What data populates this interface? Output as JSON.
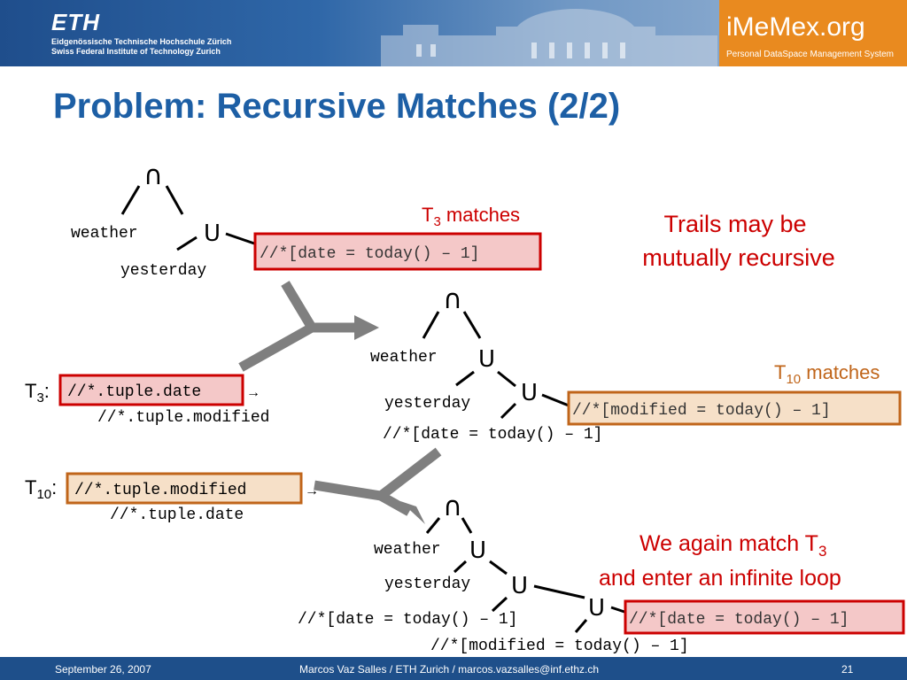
{
  "header": {
    "eth_logo": "ETH",
    "eth_line1": "Eidgenössische Technische Hochschule Zürich",
    "eth_line2": "Swiss Federal Institute of Technology Zurich",
    "brand": "iMeMex.org",
    "brand_tagline": "Personal DataSpace Management System"
  },
  "slide": {
    "title": "Problem: Recursive Matches (2/2)"
  },
  "tree1": {
    "intersect": "∩",
    "union": "U",
    "left": "weather",
    "bottom": "yesterday",
    "match": "//*[date = today() – 1]",
    "match_label_prefix": "T",
    "match_label_sub": "3",
    "match_label_suffix": " matches"
  },
  "note1": {
    "line1": "Trails may be",
    "line2": "mutually recursive"
  },
  "trails": {
    "t3_prefix": "T",
    "t3_sub": "3",
    "t3_colon": ":",
    "t3_left": "//*.tuple.date",
    "t3_arrow": "→",
    "t3_right": "//*.tuple.modified",
    "t10_prefix": "T",
    "t10_sub": "10",
    "t10_colon": ":",
    "t10_left": "//*.tuple.modified",
    "t10_arrow": "→",
    "t10_right": "//*.tuple.date"
  },
  "tree2": {
    "intersect": "∩",
    "union_a": "U",
    "union_b": "U",
    "left": "weather",
    "bottom": "yesterday",
    "lower": "//*[date = today() – 1]",
    "match": "//*[modified = today() – 1]",
    "match_label_prefix": "T",
    "match_label_sub": "10",
    "match_label_suffix": " matches"
  },
  "tree3": {
    "intersect": "∩",
    "union_a": "U",
    "union_b": "U",
    "union_c": "U",
    "left": "weather",
    "bottom": "yesterday",
    "lower": "//*[date = today() – 1]",
    "lowest": "//*[modified = today() – 1]",
    "match": "//*[date = today() – 1]"
  },
  "note2": {
    "line1_prefix": "We again match T",
    "line1_sub": "3",
    "line2": "and enter an infinite loop"
  },
  "footer": {
    "date": "September 26, 2007",
    "author": "Marcos Vaz Salles / ETH Zurich / marcos.vazsalles@inf.ethz.ch",
    "page": "21"
  },
  "colors": {
    "title_blue": "#1d5fa5",
    "accent_red": "#cc0000",
    "accent_orange": "#c0651a",
    "box_red_fill": "#f4c8c8",
    "box_orange_fill": "#f6e0c8",
    "arrow_gray": "#7f7f7f"
  }
}
